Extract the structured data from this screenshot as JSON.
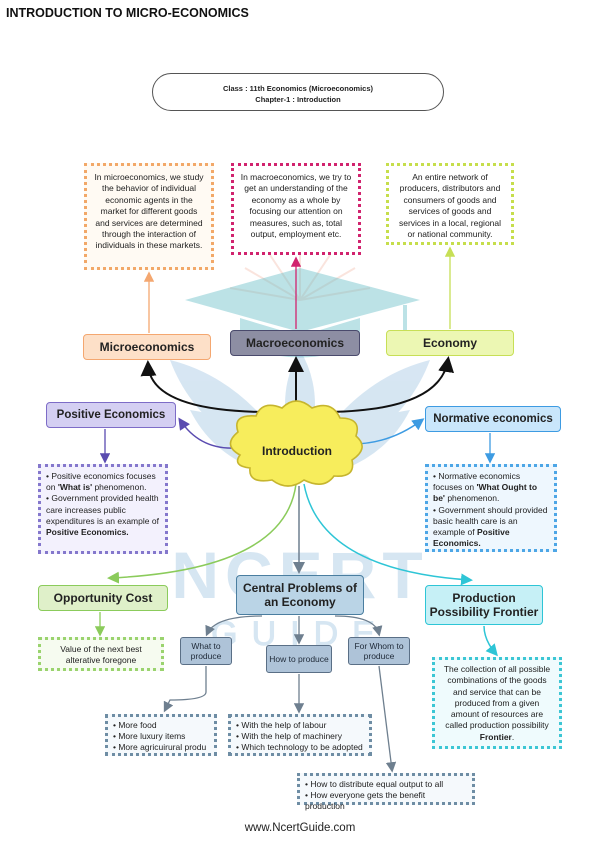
{
  "page_title": "INTRODUCTION TO MICRO-ECONOMICS",
  "class_info": {
    "line1": "Class : 11th Economics (Microeconomics)",
    "line2": "Chapter-1 : Introduction"
  },
  "definitions": {
    "micro": "In microeconomics, we study the behavior of individual economic agents in the market for different goods and  services are determined through the interaction of individuals in these markets.",
    "macro": "In macroeconomics, we try to get an understanding of the economy as a whole by focusing our attention on measures, such as, total output, employment etc.",
    "economy": "An entire network of producers, distributors and consumers of goods and services of goods and services in a local, regional or national community."
  },
  "nodes": {
    "micro": "Microeconomics",
    "macro": "Macroeconomics",
    "economy": "Economy",
    "positive": "Positive Economics",
    "normative": "Normative economics",
    "introduction": "Introduction",
    "opportunity": "Opportunity Cost",
    "central": "Central Problems of an Economy",
    "ppf": "Production Possibility Frontier"
  },
  "positive_box": {
    "b1_pre": "Positive economics focuses on ",
    "b1_bold": "'What is'",
    "b1_post": " phenomenon.",
    "b2_pre": "Government provided health care increases public expenditures is an example of ",
    "b2_bold": "Positive Economics."
  },
  "normative_box": {
    "b1_pre": "Normative economics focuses on ",
    "b1_bold": "'What Ought to be'",
    "b1_post": " phenomenon.",
    "b2_pre": "Government should provided basic health care is an example of ",
    "b2_bold": "Positive Economics."
  },
  "opportunity_box": "Value of the next best alterative foregone",
  "ppf_box": {
    "text": "The collection of all possible combinations of the goods and service that can be produced from a given amount of resources are called production possibility ",
    "bold": "Frontier"
  },
  "sub_nodes": {
    "what": "What to produce",
    "how": "How to produce",
    "whom": "For Whom to produce"
  },
  "what_list": [
    "More food",
    "More luxury items",
    "More agricuirural produ"
  ],
  "how_list": [
    "With the help of   labour",
    "With the help of machinery",
    "Which technology to be adopted"
  ],
  "whom_list": [
    "How to distribute equal output to all",
    "How everyone gets the benefit production"
  ],
  "watermark": {
    "line1": "NCERT",
    "line2": "GUIDE"
  },
  "footer": "www.NcertGuide.com",
  "colors": {
    "micro": "#f4a770",
    "macro": "#d1236e",
    "economy": "#c7df56",
    "positive": "#7d6cc7",
    "normative": "#3d9be2",
    "opportunity": "#8bcb5b",
    "central": "#4a7ea0",
    "ppf": "#2ec5d6",
    "cloud": "#f7ed5c"
  }
}
